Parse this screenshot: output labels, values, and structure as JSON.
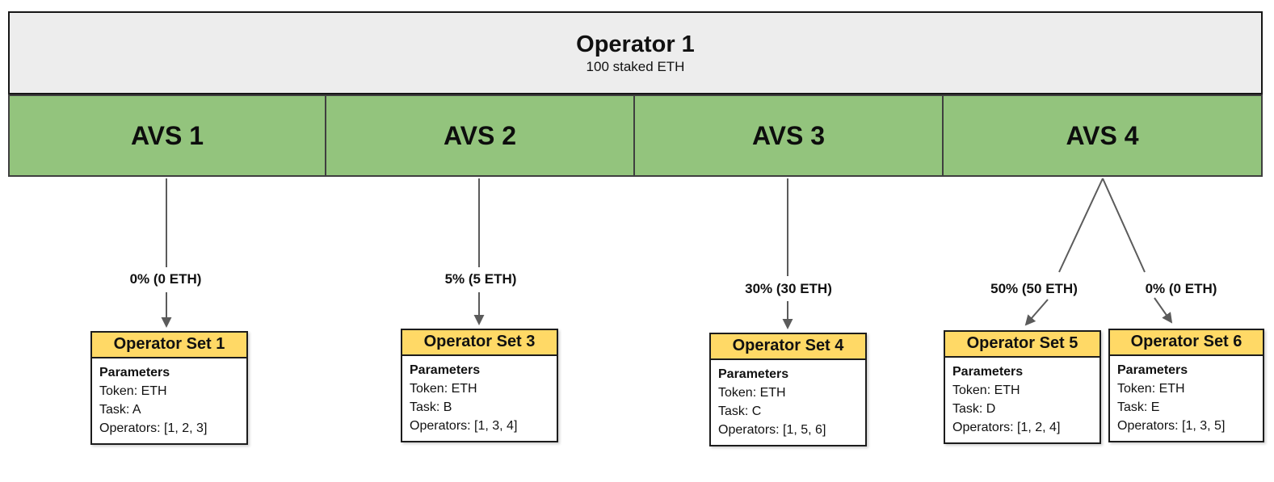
{
  "operator": {
    "name": "Operator 1",
    "stake": "100 staked ETH"
  },
  "avs_list": [
    {
      "name": "AVS 1"
    },
    {
      "name": "AVS 2"
    },
    {
      "name": "AVS 3"
    },
    {
      "name": "AVS 4"
    }
  ],
  "allocations": [
    {
      "from": "AVS 1",
      "to": "Operator Set 1",
      "label": "0% (0 ETH)"
    },
    {
      "from": "AVS 2",
      "to": "Operator Set 3",
      "label": "5% (5 ETH)"
    },
    {
      "from": "AVS 3",
      "to": "Operator Set 4",
      "label": "30% (30 ETH)"
    },
    {
      "from": "AVS 4",
      "to": "Operator Set 5",
      "label": "50% (50 ETH)"
    },
    {
      "from": "AVS 4",
      "to": "Operator Set 6",
      "label": "0% (0 ETH)"
    }
  ],
  "operator_sets": [
    {
      "title": "Operator Set 1",
      "heading": "Parameters",
      "lines": [
        "Token: ETH",
        "Task: A",
        "Operators: [1, 2, 3]"
      ]
    },
    {
      "title": "Operator Set 3",
      "heading": "Parameters",
      "lines": [
        "Token: ETH",
        "Task: B",
        "Operators: [1, 3, 4]"
      ]
    },
    {
      "title": "Operator Set 4",
      "heading": "Parameters",
      "lines": [
        "Token: ETH",
        "Task: C",
        "Operators: [1, 5, 6]"
      ]
    },
    {
      "title": "Operator Set 5",
      "heading": "Parameters",
      "lines": [
        "Token: ETH",
        "Task: D",
        "Operators: [1, 2, 4]"
      ]
    },
    {
      "title": "Operator Set 6",
      "heading": "Parameters",
      "lines": [
        "Token: ETH",
        "Task: E",
        "Operators: [1, 3, 5]"
      ]
    }
  ],
  "colors": {
    "avs_fill": "#93c47d",
    "operator_fill": "#ededed",
    "set_header_fill": "#ffd966",
    "arrow": "#5b5b5b",
    "border": "#1c1c1c"
  }
}
